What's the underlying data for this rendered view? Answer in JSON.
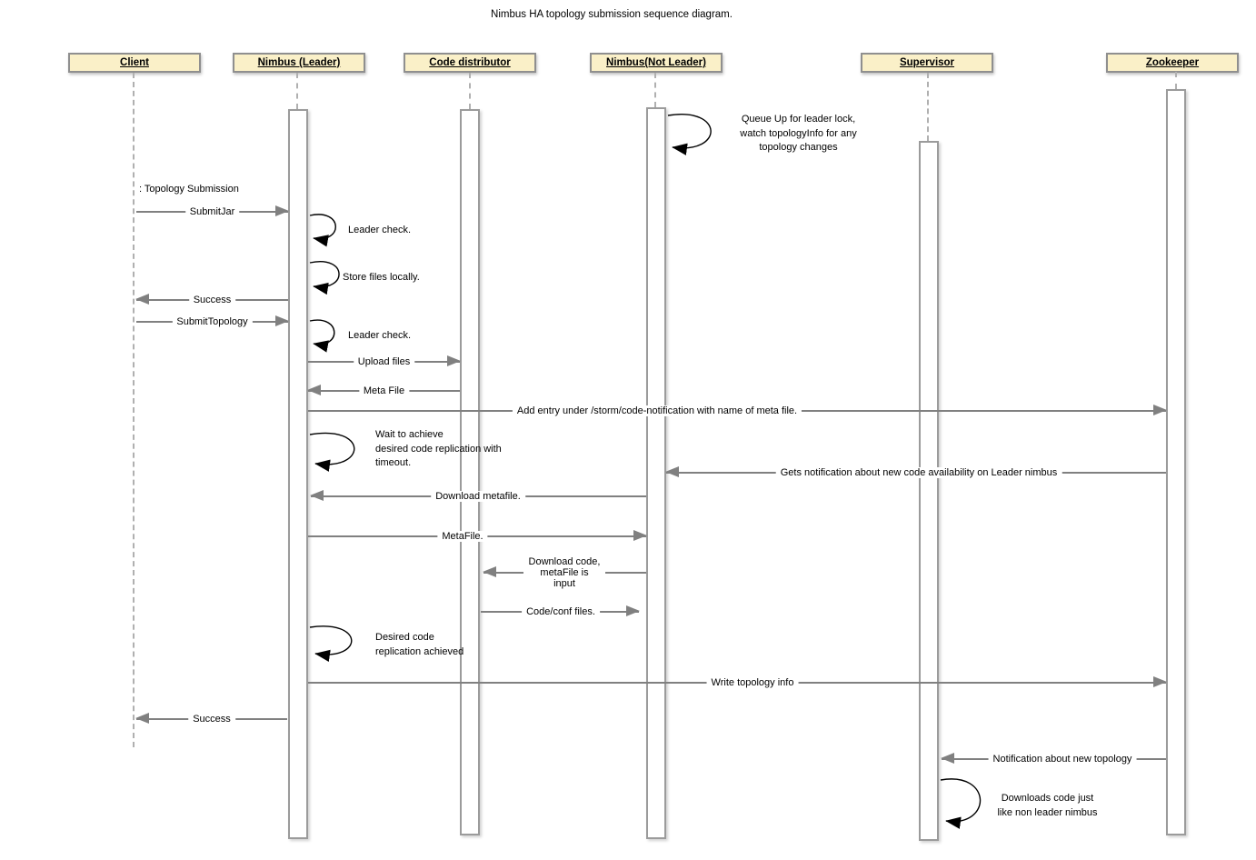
{
  "title": "Nimbus HA topology submission sequence diagram.",
  "theme": {
    "background": "#ffffff",
    "actor_fill": "#faf0c8",
    "actor_border": "#8f8f8f",
    "line_color": "#808080",
    "loop_color": "#000000",
    "lifeline_color": "#b0b0b0"
  },
  "actors": [
    {
      "name": "Client"
    },
    {
      "name": "Nimbus (Leader)"
    },
    {
      "name": "Code distributor"
    },
    {
      "name": "Nimbus(Not Leader)"
    },
    {
      "name": "Supervisor"
    },
    {
      "name": "Zookeeper"
    }
  ],
  "messages": {
    "note_topology_submission": ": Topology Submission",
    "submit_jar": "SubmitJar",
    "success_1": "Success",
    "submit_topology": "SubmitTopology",
    "upload_files": "Upload files",
    "meta_file": "Meta File",
    "add_entry": "Add entry under /storm/code-notification with name of meta file.",
    "gets_notification": "Gets notification about new code availability on Leader nimbus",
    "download_metafile": "Download metafile.",
    "metafile": "MetaFile.",
    "download_code": "Download code,\nmetaFile is input",
    "code_conf_files": "Code/conf files.",
    "write_topology_info": "Write topology info",
    "success_2": "Success",
    "notification_new_topology": "Notification about new topology"
  },
  "self_notes": {
    "queue_up": "Queue Up for leader lock,\nwatch topologyInfo for any\ntopology changes",
    "leader_check_1": "Leader check.",
    "store_files": "Store files locally.",
    "leader_check_2": "Leader check.",
    "wait_replication": "Wait to achieve\ndesired code replication with\ntimeout.",
    "desired_replication": "Desired code\nreplication achieved",
    "downloads_code": "Downloads code just\nlike non leader nimbus"
  }
}
